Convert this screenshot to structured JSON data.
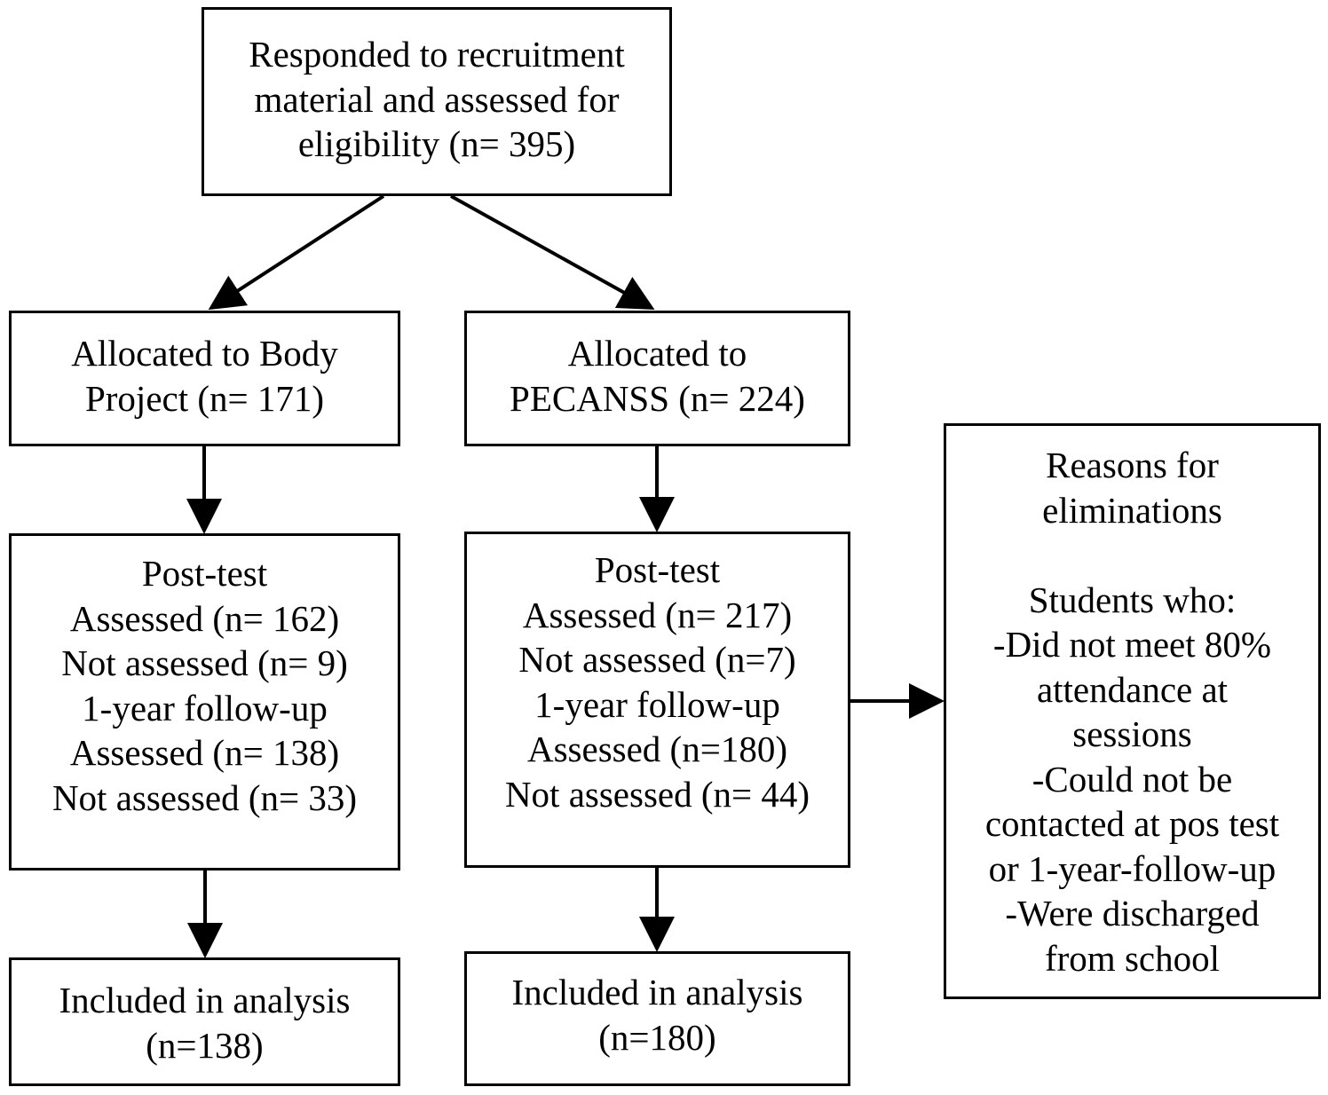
{
  "diagram": {
    "boxes": {
      "eligibility": {
        "lines": [
          "Responded to recruitment",
          "material and assessed for",
          "eligibility (n= 395)"
        ]
      },
      "body_project": {
        "lines": [
          "Allocated to Body",
          "Project (n= 171)"
        ]
      },
      "pecanss": {
        "lines": [
          "Allocated to",
          "PECANSS (n= 224)"
        ]
      },
      "body_followup": {
        "lines": [
          "Post-test",
          "Assessed (n= 162)",
          "Not assessed (n= 9)",
          "1-year follow-up",
          "Assessed (n= 138)",
          "Not assessed (n= 33)"
        ]
      },
      "pecanss_followup": {
        "lines": [
          "Post-test",
          "Assessed (n= 217)",
          "Not assessed (n=7)",
          "1-year follow-up",
          "Assessed (n=180)",
          "Not assessed (n= 44)"
        ]
      },
      "body_analysis": {
        "lines": [
          "Included in analysis",
          "(n=138)"
        ]
      },
      "pecanss_analysis": {
        "lines": [
          "Included in analysis",
          "(n=180)"
        ]
      },
      "eliminations": {
        "heading": [
          "Reasons for",
          "eliminations"
        ],
        "lines": [
          "Students who:",
          "-Did not meet 80%",
          "attendance at",
          "sessions",
          "-Could not be",
          "contacted at pos test",
          "or 1-year-follow-up",
          "-Were discharged",
          "from school"
        ]
      }
    },
    "colors": {
      "stroke": "#000000",
      "background": "#ffffff"
    }
  }
}
